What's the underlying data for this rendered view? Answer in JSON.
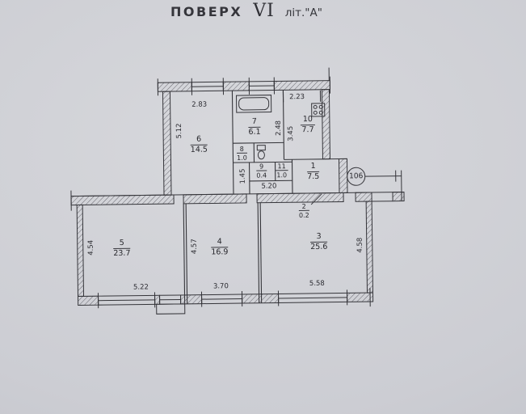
{
  "title": {
    "word": "ПОВЕРХ",
    "numeral": "VI",
    "letter": "літ.\"А\""
  },
  "badge": {
    "number": "106"
  },
  "rooms": {
    "r1": {
      "number": "1",
      "area": "7.5"
    },
    "r2": {
      "number": "2",
      "area": "0.2"
    },
    "r3": {
      "number": "3",
      "area": "25.6"
    },
    "r4": {
      "number": "4",
      "area": "16.9"
    },
    "r5": {
      "number": "5",
      "area": "23.7"
    },
    "r6": {
      "number": "6",
      "area": "14.5"
    },
    "r7": {
      "number": "7",
      "area": "6.1"
    },
    "r8": {
      "number": "8",
      "area": "1.0"
    },
    "r9": {
      "number": "9",
      "area": "0.4"
    },
    "r10": {
      "number": "10",
      "area": "7.7"
    },
    "r11": {
      "number": "11",
      "area": "1.0"
    }
  },
  "dimensions": {
    "room6_width": "2.83",
    "room6_depth": "5.12",
    "room7_depth": "2.48",
    "room10_width": "2.23",
    "room10_depth": "3.45",
    "hall_depth": "1.45",
    "hall_width": "5.20",
    "room5_depth": "4.54",
    "room5_width": "5.22",
    "room4_depth": "4.57",
    "room4_width": "3.70",
    "room3_width": "5.58",
    "room3_depth": "4.58"
  },
  "icons": {
    "bathtub": "bathtub-icon",
    "stove": "stove-icon",
    "toilet": "toilet-icon"
  },
  "colors": {
    "paper": "#cccdd3",
    "ink": "#35353a"
  }
}
